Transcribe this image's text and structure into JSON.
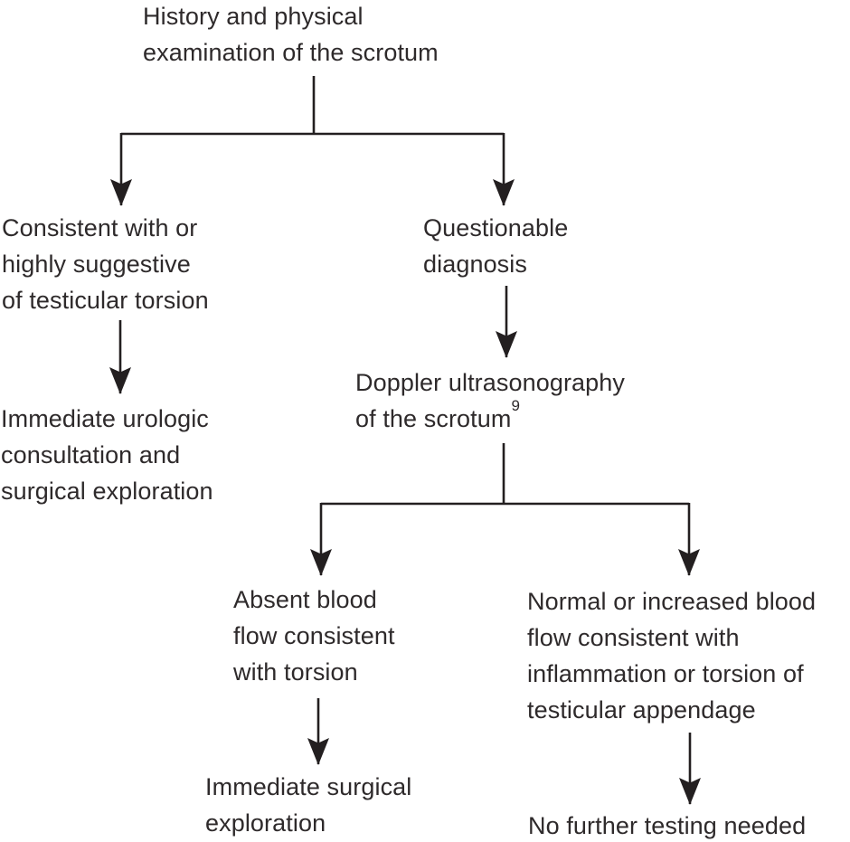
{
  "flowchart": {
    "colors": {
      "background": "#ffffff",
      "ink": "#231f20",
      "text": "#2e2a2b"
    },
    "nodes": {
      "history": {
        "lines": [
          "History and physical",
          "examination of the scrotum"
        ]
      },
      "torsion_suspected": {
        "lines": [
          "Consistent with or",
          "highly suggestive",
          "of testicular torsion"
        ]
      },
      "questionable_diagnosis": {
        "lines": [
          "Questionable",
          "diagnosis"
        ]
      },
      "urologic_consultation": {
        "lines": [
          "Immediate urologic",
          "consultation and",
          "surgical exploration"
        ]
      },
      "doppler": {
        "lines": [
          "Doppler ultrasonography",
          "of the scrotum"
        ],
        "reference": "9"
      },
      "absent_flow": {
        "lines": [
          "Absent blood",
          "flow consistent",
          "with torsion"
        ]
      },
      "normal_flow": {
        "lines": [
          "Normal or increased blood",
          "flow consistent with",
          "inflammation or torsion of",
          "testicular appendage"
        ]
      },
      "surgical_exploration": {
        "lines": [
          "Immediate surgical",
          "exploration"
        ]
      },
      "no_further_testing": {
        "lines": [
          "No further testing needed"
        ]
      }
    }
  }
}
